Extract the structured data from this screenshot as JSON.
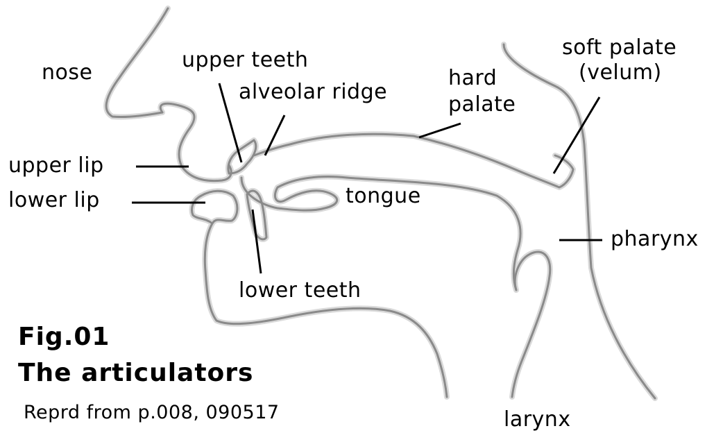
{
  "labels": {
    "nose": "nose",
    "upper_teeth": "upper teeth",
    "alveolar_ridge": "alveolar ridge",
    "hard_palate_1": "hard",
    "hard_palate_2": "palate",
    "soft_palate_1": "soft palate",
    "soft_palate_2": "(velum)",
    "upper_lip": "upper lip",
    "lower_lip": "lower lip",
    "tongue": "tongue",
    "pharynx": "pharynx",
    "lower_teeth": "lower teeth",
    "larynx": "larynx"
  },
  "caption": {
    "fig_number": "Fig.01",
    "title": "The articulators",
    "source": "Reprd from p.008, 090517"
  },
  "colors": {
    "outline": "#8a8a8a",
    "outline_halo": "#d6d6d6",
    "pointer": "#000000",
    "text": "#000000"
  }
}
